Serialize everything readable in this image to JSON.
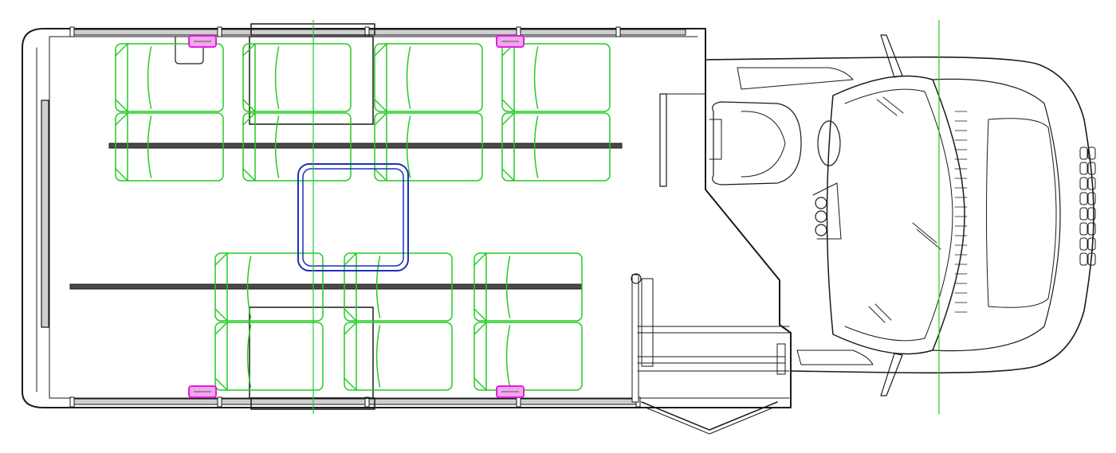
{
  "colors": {
    "background": "#ffffff",
    "body_outline": "#1a1a1a",
    "seat": "#22cc22",
    "wheelchair_area": "#1f2fb8",
    "restraint": "#e020d8",
    "centerline": "#22cc22"
  },
  "seating": {
    "upper_row_seats": 4,
    "lower_row_seats": 3,
    "wheelchair_positions": 1,
    "restraint_anchors": 4
  }
}
